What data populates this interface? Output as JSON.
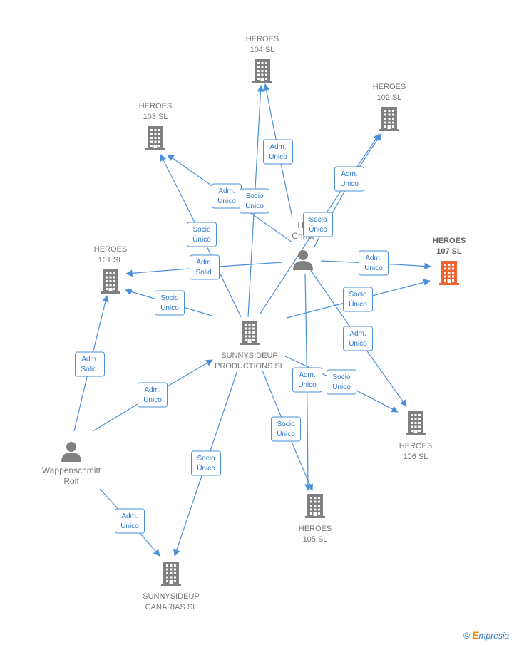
{
  "nodes": [
    {
      "id": "h104",
      "type": "company",
      "lines": [
        "HEROES",
        "104  SL"
      ],
      "focus": false
    },
    {
      "id": "h102",
      "type": "company",
      "lines": [
        "HEROES",
        "102  SL"
      ],
      "focus": false
    },
    {
      "id": "h103",
      "type": "company",
      "lines": [
        "HEROES",
        "103  SL"
      ],
      "focus": false
    },
    {
      "id": "h107",
      "type": "company",
      "lines": [
        "HEROES",
        "107  SL"
      ],
      "focus": true
    },
    {
      "id": "h101",
      "type": "company",
      "lines": [
        "HEROES",
        "101  SL"
      ],
      "focus": false
    },
    {
      "id": "sunny",
      "type": "company",
      "lines": [
        "SUNNYSIDEUP",
        "PRODUCTIONS SL"
      ],
      "focus": false
    },
    {
      "id": "h106",
      "type": "company",
      "lines": [
        "HEROES",
        "106  SL"
      ],
      "focus": false
    },
    {
      "id": "h105",
      "type": "company",
      "lines": [
        "HEROES",
        "105  SL"
      ],
      "focus": false
    },
    {
      "id": "canarias",
      "type": "company",
      "lines": [
        "SUNNYSIDEUP",
        "CANARIAS  SL"
      ],
      "focus": false
    },
    {
      "id": "christ",
      "type": "person",
      "lines": [
        "He",
        "Christ"
      ],
      "focus": false
    },
    {
      "id": "wapp",
      "type": "person",
      "lines": [
        "Wappenschmitt",
        "Rolf"
      ],
      "focus": false
    }
  ],
  "edges": [
    {
      "from": "christ",
      "to": "h104",
      "label": [
        "Adm.",
        "Unico"
      ]
    },
    {
      "from": "christ",
      "to": "h103",
      "label": [
        "Adm.",
        "Unico"
      ]
    },
    {
      "from": "sunny",
      "to": "h104",
      "label": [
        "Socio",
        "Único"
      ]
    },
    {
      "from": "sunny",
      "to": "h102",
      "label": [
        "Socio",
        "Único"
      ]
    },
    {
      "from": "christ",
      "to": "h102",
      "label": [
        "Adm.",
        "Unico"
      ]
    },
    {
      "from": "sunny",
      "to": "h103",
      "label": [
        "Socio",
        "Único"
      ]
    },
    {
      "from": "christ",
      "to": "h101",
      "label": [
        "Adm.",
        "Solid."
      ]
    },
    {
      "from": "christ",
      "to": "h107",
      "label": [
        "Adm.",
        "Unico"
      ]
    },
    {
      "from": "sunny",
      "to": "h101",
      "label": [
        "Socio",
        "Único"
      ]
    },
    {
      "from": "sunny",
      "to": "h107",
      "label": [
        "Socio",
        "Único"
      ]
    },
    {
      "from": "christ",
      "to": "h106",
      "label": [
        "Adm.",
        "Unico"
      ]
    },
    {
      "from": "wapp",
      "to": "h101",
      "label": [
        "Adm.",
        "Solid."
      ]
    },
    {
      "from": "wapp",
      "to": "sunny",
      "label": [
        "Adm.",
        "Unico"
      ]
    },
    {
      "from": "christ",
      "to": "h105",
      "label": [
        "Adm.",
        "Unico"
      ]
    },
    {
      "from": "sunny",
      "to": "h106",
      "label": [
        "Socio",
        "Único"
      ]
    },
    {
      "from": "sunny",
      "to": "h105",
      "label": [
        "Socio",
        "Único"
      ]
    },
    {
      "from": "sunny",
      "to": "canarias",
      "label": [
        "Socio",
        "Único"
      ]
    },
    {
      "from": "wapp",
      "to": "canarias",
      "label": [
        "Adm.",
        "Unico"
      ]
    }
  ],
  "colors": {
    "edge": "#4a8fd9",
    "building": "#808080",
    "focus_building": "#f0622f",
    "person": "#808080"
  },
  "footer": {
    "copyright": "©",
    "brand_initial": "E",
    "brand_rest": "mpresia"
  }
}
